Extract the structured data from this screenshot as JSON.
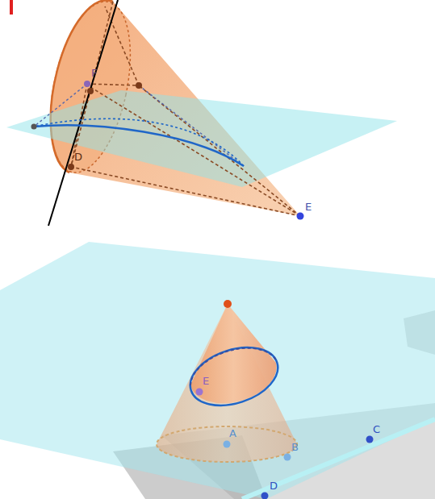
{
  "diagram": {
    "labels": [
      "F",
      "D",
      "E",
      "E",
      "A",
      "B",
      "C",
      "D"
    ]
  }
}
